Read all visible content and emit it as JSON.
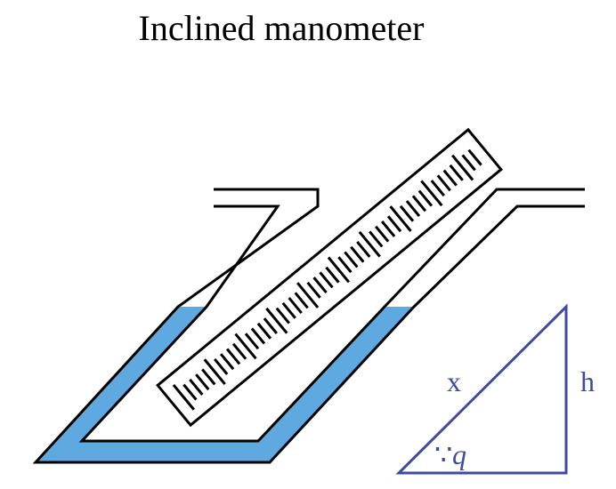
{
  "title": "Inclined manometer",
  "triangle": {
    "hypotenuse_label": "x",
    "height_label": "h",
    "angle_label": "q",
    "angle_marker": "∵"
  },
  "colors": {
    "fluid": "#5DA9E0",
    "tube_outline": "#000000",
    "triangle": "#3E4BA3",
    "background": "#FFFFFF"
  },
  "scale": {
    "ticks": 48
  }
}
